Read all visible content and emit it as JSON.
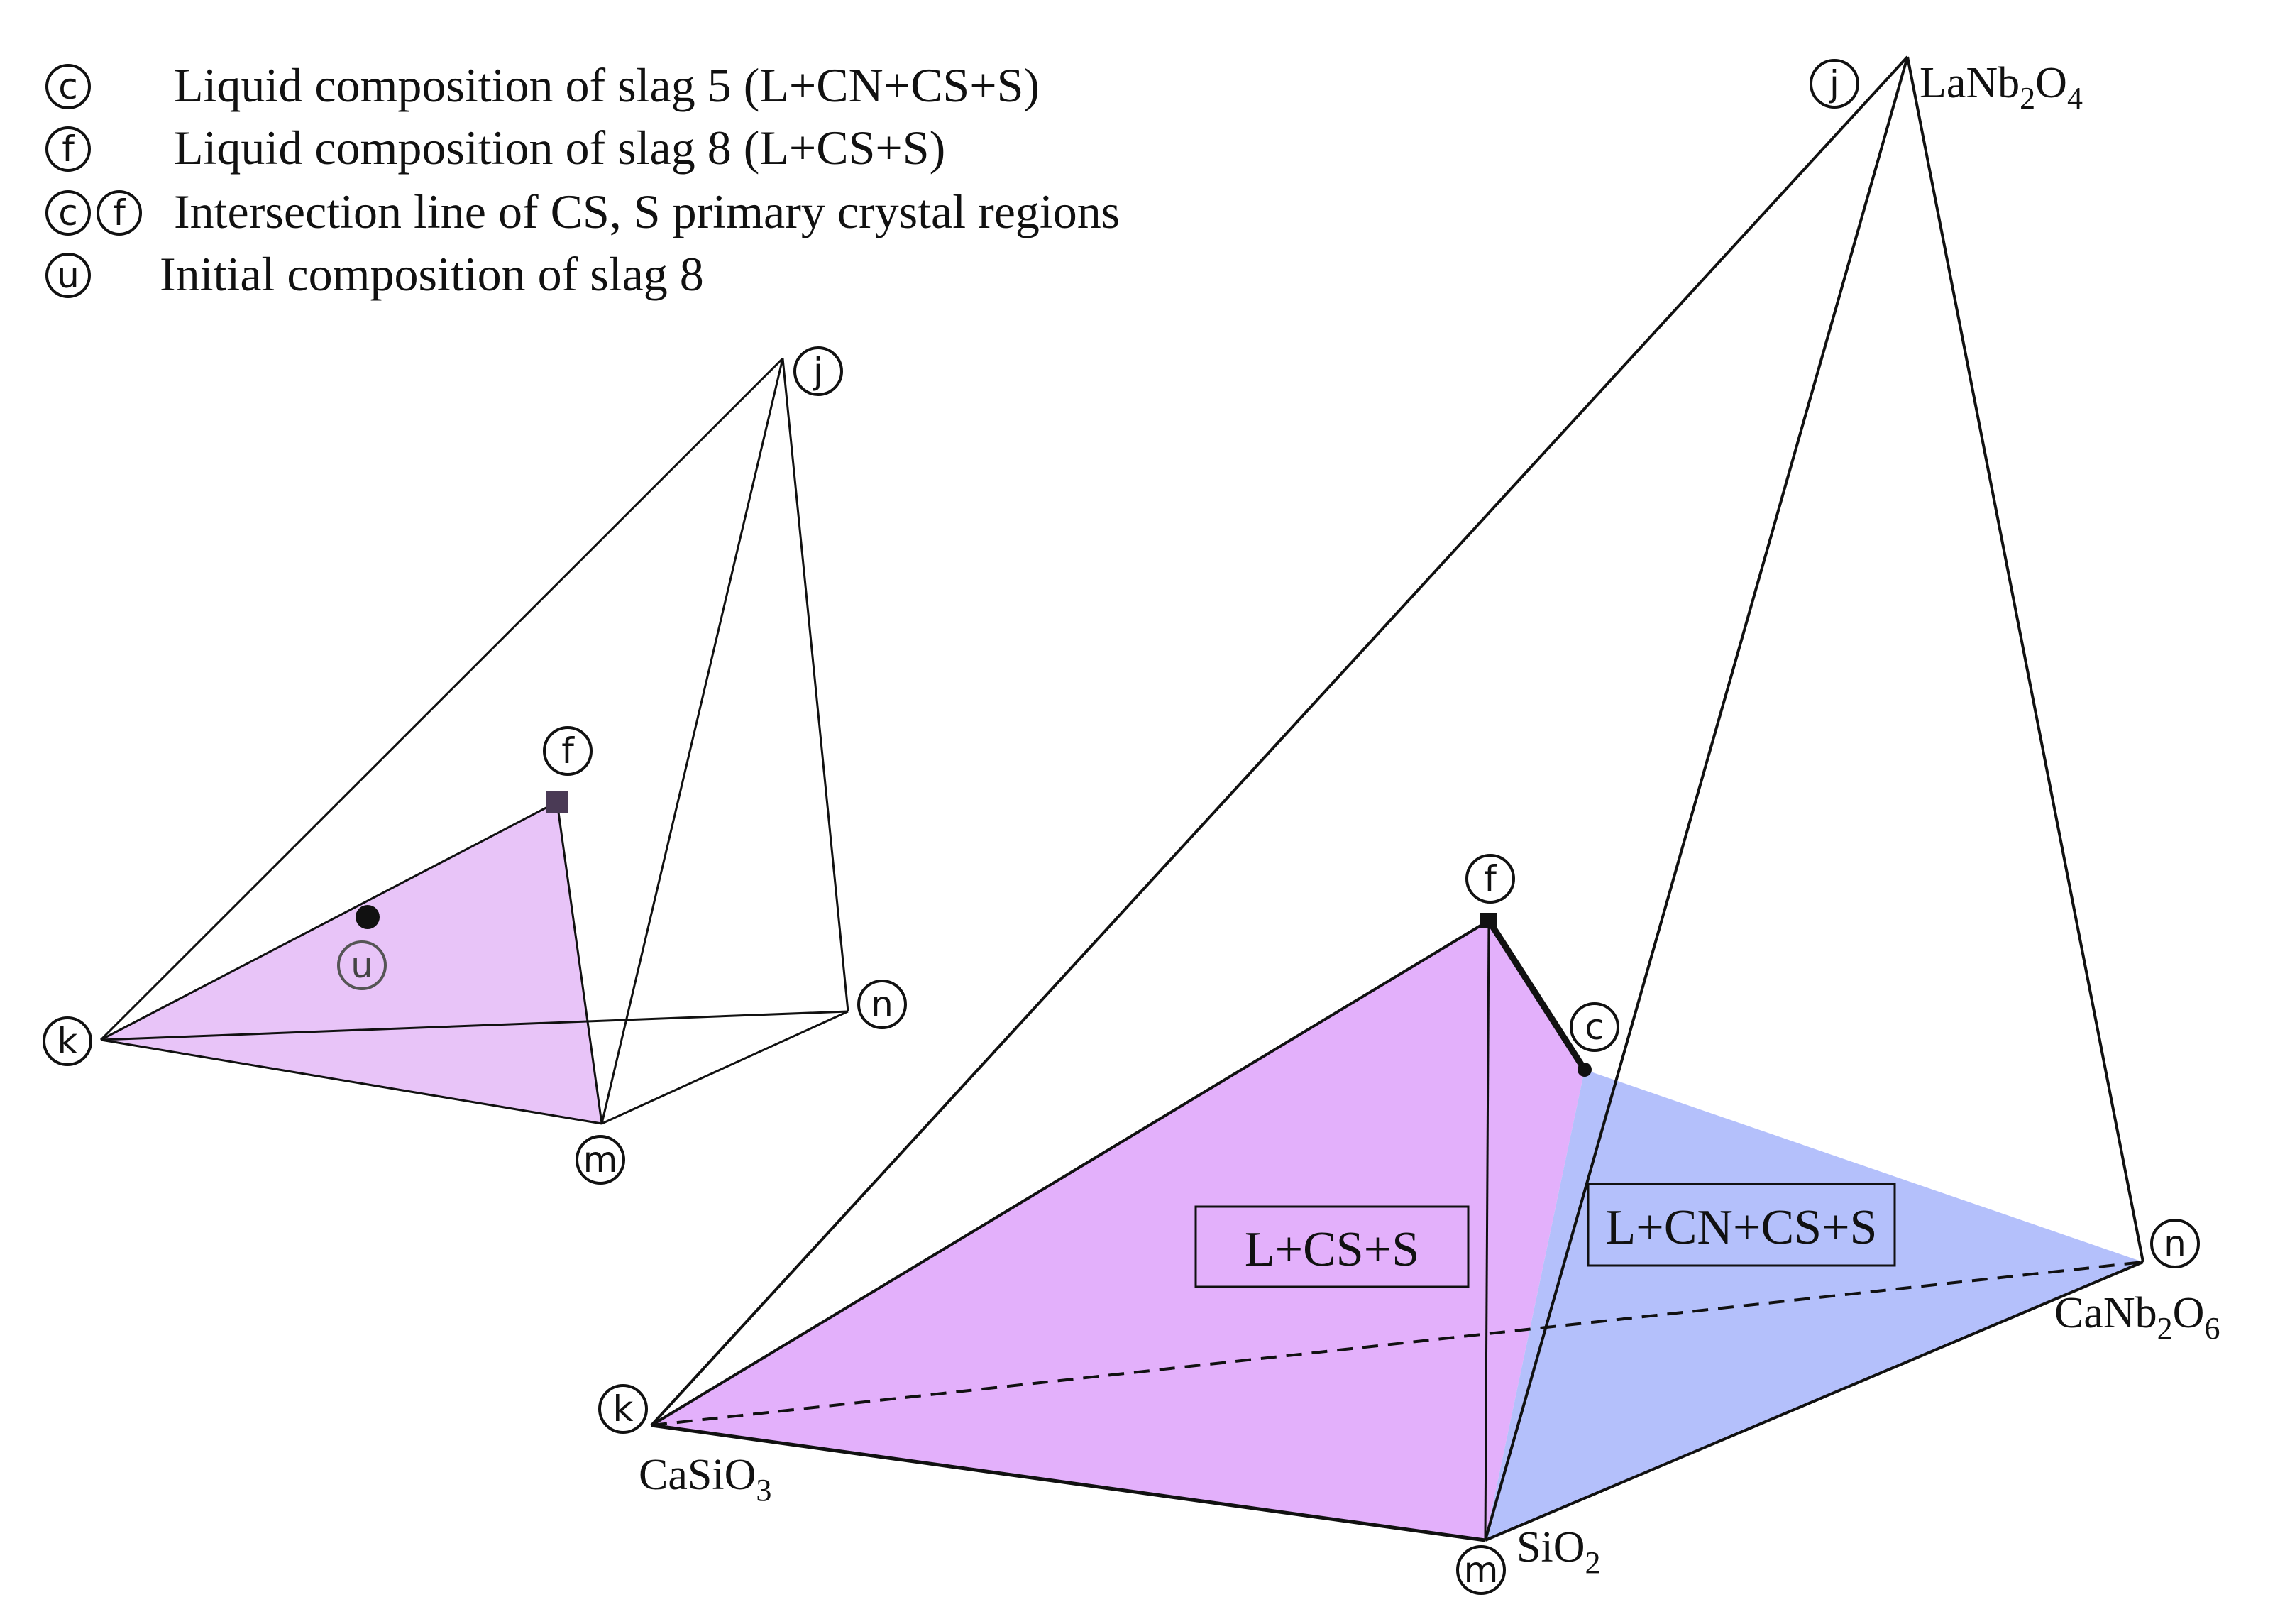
{
  "legend": {
    "items": [
      {
        "symbol": "c",
        "text": "Liquid composition of slag 5 (L+CN+CS+S)"
      },
      {
        "symbol": "f",
        "text": "Liquid composition of slag 8 (L+CS+S)"
      },
      {
        "symbol": "cf",
        "symbol_a": "c",
        "symbol_b": "f",
        "text": "Intersection line of CS, S primary crystal regions"
      },
      {
        "symbol": "u",
        "text": "Initial composition of slag 8"
      }
    ]
  },
  "small_diagram": {
    "vertices": {
      "j": "j",
      "k": "k",
      "m": "m",
      "n": "n"
    },
    "points": {
      "f": "f",
      "u": "u"
    },
    "fill_color": "#e8c4f8"
  },
  "large_diagram": {
    "vertices": {
      "j": {
        "label": "j",
        "compound": {
          "main": "LaNb",
          "sub1": "2",
          "mid": "O",
          "sub2": "4"
        }
      },
      "k": {
        "label": "k",
        "compound": {
          "main": "CaSiO",
          "sub1": "3"
        }
      },
      "m": {
        "label": "m",
        "compound": {
          "main": "SiO",
          "sub1": "2"
        }
      },
      "n": {
        "label": "n",
        "compound": {
          "main": "CaNb",
          "sub1": "2",
          "mid": "O",
          "sub2": "6"
        }
      }
    },
    "points": {
      "f": "f",
      "c": "c"
    },
    "regions": [
      {
        "label": "L+CS+S",
        "color": "#e3b0fb"
      },
      {
        "label": "L+CN+CS+S",
        "color": "#b4c0fb"
      }
    ]
  }
}
